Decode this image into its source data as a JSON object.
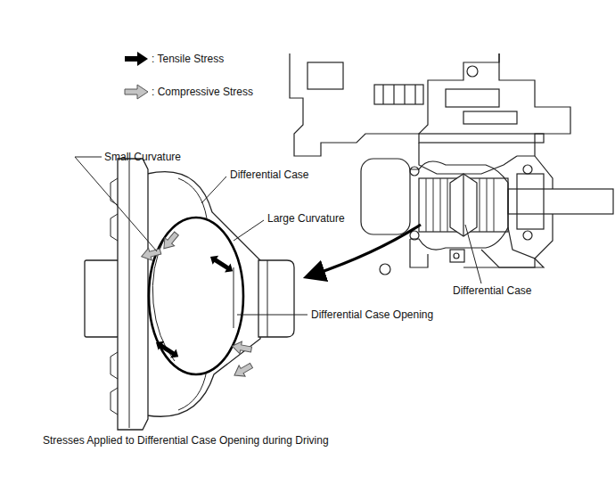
{
  "diagram": {
    "caption": "Stresses Applied to Differential Case Opening during Driving",
    "labels": [
      "Small Curvature",
      "Differential Case",
      "Large Curvature",
      "Differential Case Opening",
      "Differential Case"
    ],
    "legend": [
      {
        "text": ": Tensile Stress"
      },
      {
        "text": ": Compressive Stress"
      }
    ]
  }
}
